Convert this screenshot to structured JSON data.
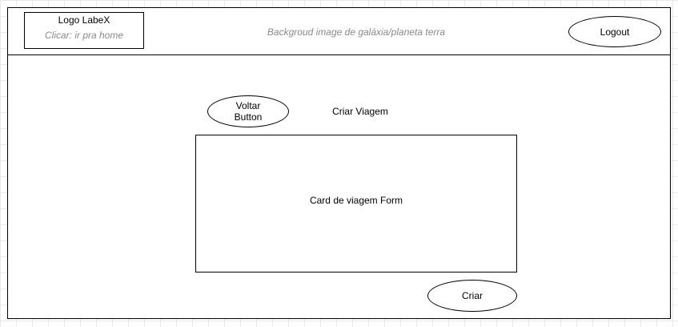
{
  "header": {
    "logo": {
      "title": "Logo LabeX",
      "subtitle": "Clicar: ir pra home"
    },
    "background_note": "Backgroud image de galáxia/planeta terra",
    "logout_label": "Logout"
  },
  "main": {
    "back_button_label": "Voltar\nButton",
    "page_title": "Criar Viagem",
    "card_label": "Card de viagem Form",
    "create_button_label": "Criar"
  }
}
